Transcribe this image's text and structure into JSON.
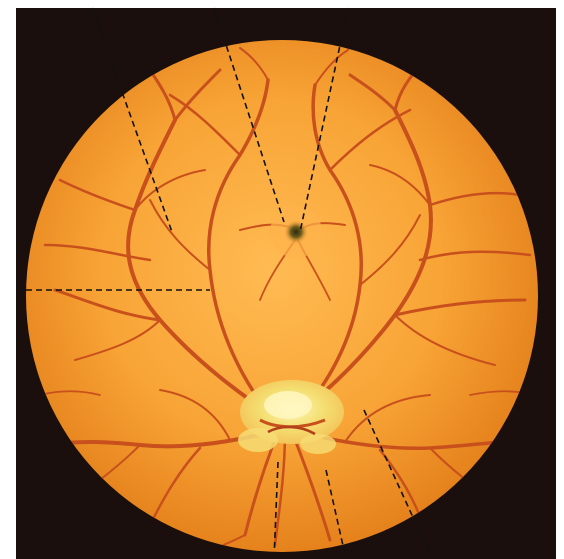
{
  "figure": {
    "subject": "retina-fundus",
    "colors": {
      "background": "#ffffff",
      "frame": "#1a0f0c",
      "retina_light": "#ffb64a",
      "retina_mid": "#f59a2a",
      "retina_edge": "#e07d18",
      "vessel": "#c8501c",
      "vessel_dark": "#b2401a",
      "optic_disc": "#f6e27a",
      "optic_disc_center": "#fff4a8",
      "fovea": "#5a4a1a",
      "leader_line": "#111111"
    },
    "leader_lines": [
      {
        "name": "leader-line-1",
        "label_text": ""
      },
      {
        "name": "leader-line-2",
        "label_text": ""
      },
      {
        "name": "leader-line-3",
        "label_text": ""
      },
      {
        "name": "leader-line-4",
        "label_text": ""
      },
      {
        "name": "leader-line-5",
        "label_text": ""
      },
      {
        "name": "leader-line-6",
        "label_text": ""
      },
      {
        "name": "leader-line-7",
        "label_text": ""
      }
    ]
  }
}
